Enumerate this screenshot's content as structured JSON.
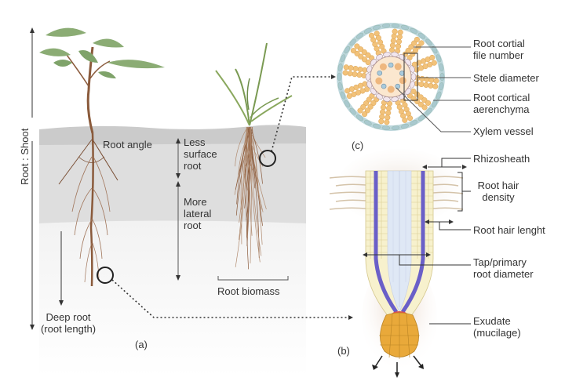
{
  "figure": {
    "panel_a": {
      "panel_label": "(a)",
      "axis_label_root": "Root",
      "axis_separator": ":",
      "axis_label_shoot": "Shoot",
      "root_angle": "Root angle",
      "less_surface_root": [
        "Less",
        "surface",
        "root"
      ],
      "more_lateral_root": [
        "More",
        "lateral",
        "root"
      ],
      "deep_root": [
        "Deep root",
        "(root length)"
      ],
      "root_biomass": "Root biomass"
    },
    "panel_b": {
      "panel_label": "(b)",
      "rhizosheath": "Rhizosheath",
      "root_hair_density": [
        "Root hair",
        "density"
      ],
      "root_hair_length": "Root hair lenght",
      "tap_root_diameter": [
        "Tap/primary",
        "root diameter"
      ],
      "exudate": [
        "Exudate",
        "(mucilage)"
      ]
    },
    "panel_c": {
      "panel_label": "(c)",
      "root_cortical_file_number": [
        "Root cortial",
        "file number"
      ],
      "stele_diameter": "Stele diameter",
      "root_cortical_aerenchyma": [
        "Root cortical",
        "aerenchyma"
      ],
      "xylem_vessel": "Xylem vessel"
    },
    "colors": {
      "soil_top": "#c9c9c9",
      "soil_mid": "#dcdcdc",
      "soil_low": "#ececec",
      "root_brown": "#8a5a3b",
      "leaf_green": "#7fa36a",
      "cortex_orange": "#f2c27a",
      "epidermis_blue": "#bcd6dc",
      "vascular_purple": "#6a5fc8",
      "stele_blue": "#dfe8f5",
      "root_cap": "#e9a93a",
      "label_text": "#333333"
    }
  }
}
